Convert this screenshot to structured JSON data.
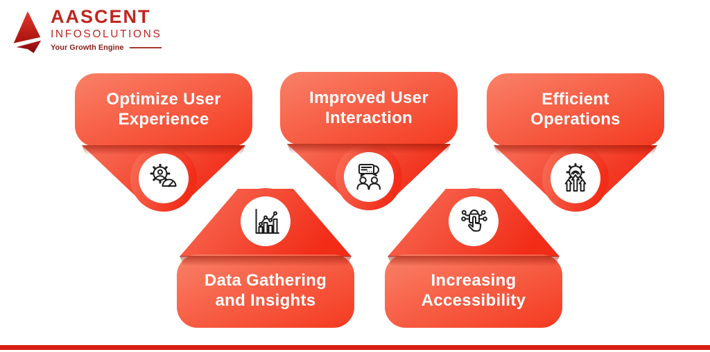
{
  "brand": {
    "name": "AASCENT",
    "division": "INFOSOLUTIONS",
    "tagline": "Your Growth Engine"
  },
  "cards": [
    {
      "line1": "Optimize User",
      "line2": "Experience",
      "icon": "gear-user-gauge"
    },
    {
      "line1": "Improved User",
      "line2": "Interaction",
      "icon": "chat-users"
    },
    {
      "line1": "Efficient",
      "line2": "Operations",
      "icon": "gear-growth-arrows"
    },
    {
      "line1": "Data Gathering",
      "line2": "and Insights",
      "icon": "bar-chart-trend"
    },
    {
      "line1": "Increasing",
      "line2": "Accessibility",
      "icon": "network-touch-hand"
    }
  ],
  "colors": {
    "card_red_light": "#F98168",
    "card_red_deep": "#F4361F",
    "triangle_red_light": "#F8705A",
    "triangle_red_deep": "#F12D18",
    "fold_shadow": "#8F1000",
    "footer_bar": "#D81E14",
    "logo_red": "#C0251F",
    "tagline_red": "#8E1F1A",
    "text_on_card": "#FFFFFF"
  }
}
